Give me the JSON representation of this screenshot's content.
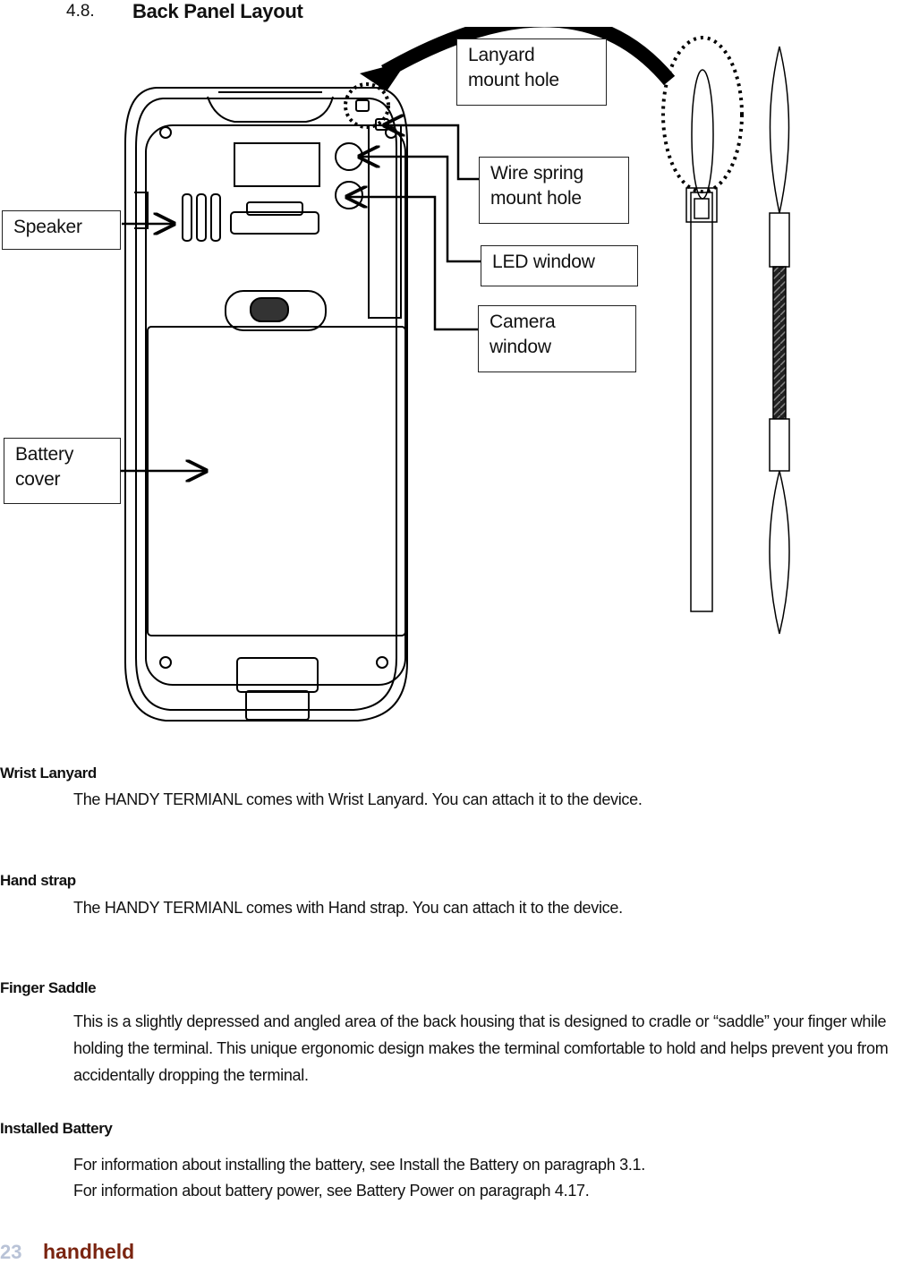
{
  "section": {
    "number": "4.8.",
    "title": "Back Panel Layout"
  },
  "callouts": {
    "lanyard_mount_hole": "Lanyard\nmount hole",
    "wire_spring_mount_hole": "Wire spring\nmount hole",
    "led_window": "LED window",
    "camera_window": "Camera\nwindow",
    "speaker": "Speaker",
    "battery_cover": "Battery\ncover"
  },
  "sections": [
    {
      "heading": "Wrist Lanyard",
      "body": [
        "The HANDY TERMIANL comes with Wrist Lanyard. You can attach it to the device."
      ]
    },
    {
      "heading": "Hand strap",
      "body": [
        "The HANDY TERMIANL comes with Hand strap. You can attach it to the device."
      ]
    },
    {
      "heading": "Finger Saddle",
      "body": [
        "This is a slightly depressed and angled area of the back housing that is designed to cradle or “saddle” your finger while holding the terminal. This unique ergonomic design makes the terminal comfortable to hold and helps prevent you from accidentally dropping the terminal."
      ]
    },
    {
      "heading": "Installed Battery",
      "body": [
        "For information about installing the battery, see Install the Battery on paragraph 3.1.",
        "For information about battery power, see Battery Power on paragraph 4.17."
      ]
    }
  ],
  "footer": {
    "page_number": "23",
    "brand": "handheld"
  }
}
